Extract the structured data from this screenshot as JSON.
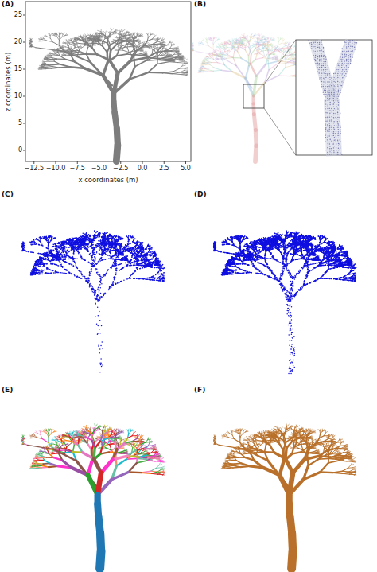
{
  "diagram": {
    "labels": [
      "(A)",
      "z coordinates (m)",
      "25",
      "20",
      "15",
      "10",
      "5",
      "0",
      "x coordinates (m)",
      "−12.5",
      "−10.0",
      "−7.5",
      "−5.0",
      "−2.5",
      "0.0",
      "2.5",
      "5.0",
      "(B)",
      "(C)",
      "(D)",
      "(E)",
      "(F)"
    ]
  }
}
